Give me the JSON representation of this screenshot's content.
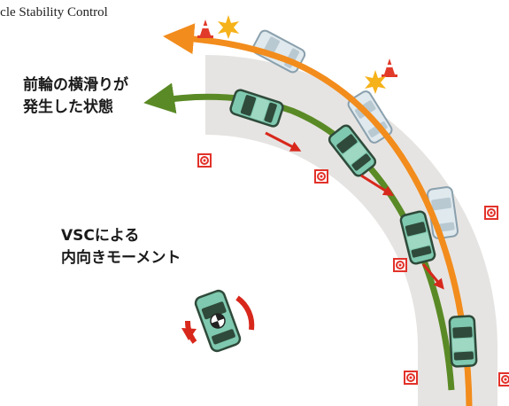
{
  "header": {
    "title": "icle Stability Control"
  },
  "labels": {
    "front_slip": {
      "line1": "前輪の横滑りが",
      "line2": "発生した状態"
    },
    "vsc_moment": {
      "line1": "VSCによる",
      "line2": "内向きモーメント"
    }
  },
  "colors": {
    "road": "#e6e4e2",
    "orange_path": "#f28c1c",
    "green_path": "#5a8a26",
    "car_body": "#7fc9b0",
    "car_dark": "#2f4a3a",
    "ghost_car": "#dfe9ee",
    "slip_arrow": "#d8281c",
    "marker": "#e2322a",
    "cone": "#e23a2a",
    "flash": "#f6b21a"
  },
  "icons": [
    "traffic-cone-icon",
    "impact-flash-icon",
    "pylon-marker-icon",
    "rotation-arrow-icon"
  ]
}
